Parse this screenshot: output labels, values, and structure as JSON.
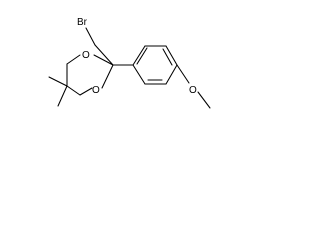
{
  "molecule": {
    "atoms": {
      "bromine": "Br",
      "ring_oxygen_top": "O",
      "ring_oxygen_bottom": "O",
      "methoxy_oxygen": "O"
    }
  }
}
